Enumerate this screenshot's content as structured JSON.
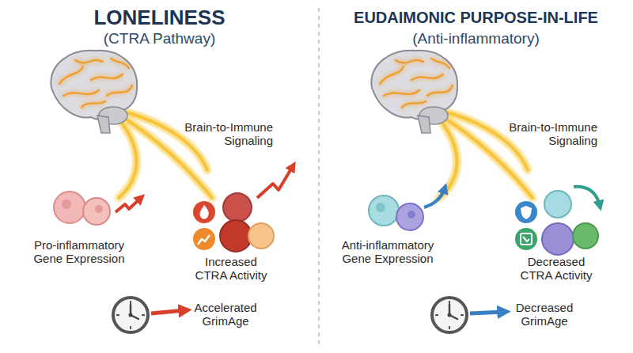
{
  "diagram": {
    "nodes": [
      {
        "text": [
          "Pro-inflammatory Gene Expression"
        ]
      },
      {
        "text": [
          "Increased CTRA Activity"
        ]
      },
      {
        "text": [
          "Accelerated GrimAge"
        ]
      },
      {
        "text": [
          "Anti-inflammatory Gene Expression"
        ]
      },
      {
        "text": [
          "Decreased CTRA Activity"
        ]
      },
      {
        "text": [
          "Decreased GrimAge"
        ]
      }
    ],
    "labels": [
      "LONELINESS",
      "(CTRA Pathway)",
      "Brain-to-Immune Signaling",
      "EUDAIMONIC PURPOSE-IN-LIFE",
      "(Anti-inflammatory)",
      "Brain-to-Immune Signaling"
    ]
  }
}
